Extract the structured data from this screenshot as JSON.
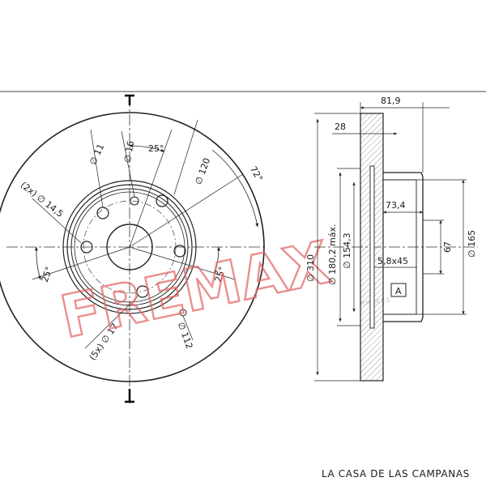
{
  "watermark": {
    "brand": "FREMAX",
    "sub": "BRAKES",
    "color": "#e46a6a"
  },
  "footer": {
    "shop_name": "LA CASA DE LAS CAMPANAS"
  },
  "front_view": {
    "angle_top": "25°",
    "angle_right": "72°",
    "angle_left": "25°",
    "angle_lower_right": "25°",
    "dia_11": "∅ 11",
    "dia_16": "∅ 16",
    "dia_120": "∅ 120",
    "dia_14_5": "(2x) ∅ 14,5",
    "dia_17": "(5x) ∅ 17",
    "dia_112": "∅ 112"
  },
  "side_view": {
    "width_81_9": "81,9",
    "width_28": "28",
    "width_73_4": "73,4",
    "dia_310": "∅ 310",
    "dia_180_2": "∅ 180,2 máx.",
    "dia_154_3": "∅ 154,3",
    "chamfer": "5,8x45",
    "height_67": "67",
    "dia_165": "∅ 165",
    "detail_label": "A"
  }
}
